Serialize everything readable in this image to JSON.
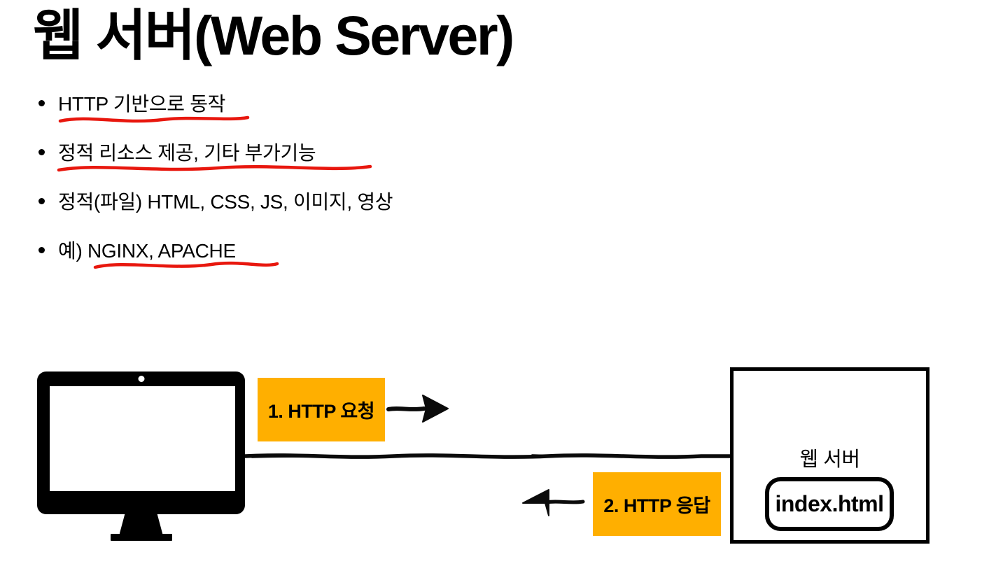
{
  "title": "웹 서버(Web Server)",
  "bullets": [
    {
      "text": "HTTP 기반으로 동작",
      "underlined": true
    },
    {
      "text": "정적 리소스 제공, 기타 부가기능",
      "underlined": true
    },
    {
      "text": "정적(파일) HTML, CSS, JS, 이미지, 영상",
      "underlined": false
    },
    {
      "text": "예) NGINX, APACHE",
      "underlined": true
    }
  ],
  "diagram": {
    "client_icon": "desktop-computer",
    "request_label": "1. HTTP 요청",
    "response_label": "2. HTTP 응답",
    "server_label": "웹 서버",
    "server_file": "index.html",
    "colors": {
      "badge_orange": "#FFAF00",
      "annotation_red": "#E8170E",
      "ink_black": "#000000"
    }
  }
}
